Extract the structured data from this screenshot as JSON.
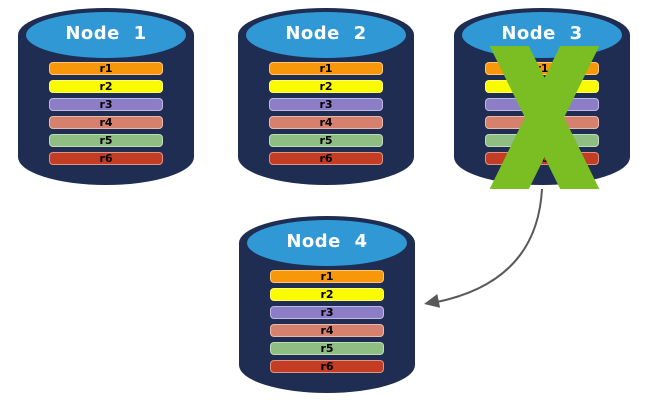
{
  "diagram": {
    "description": "Four database nodes each holding replicas r1-r6; Node 3 is crossed out and an arrow points to Node 4",
    "colors": {
      "cylinder_body": "#1F2D53",
      "cylinder_top": "#3098D4",
      "title_text": "#FFFFFF",
      "replica_text": "#000000",
      "failure_x": "#7ABE23",
      "arrow": "#595959",
      "background": "#FFFFFF"
    },
    "nodes": [
      {
        "title": "Node 1",
        "status": "active"
      },
      {
        "title": "Node 2",
        "status": "active"
      },
      {
        "title": "Node 3",
        "status": "failed"
      },
      {
        "title": "Node 4",
        "status": "active"
      }
    ],
    "replicas": [
      {
        "label": "r1",
        "color": "#F79709"
      },
      {
        "label": "r2",
        "color": "#FBFB00"
      },
      {
        "label": "r3",
        "color": "#8C7EC6"
      },
      {
        "label": "r4",
        "color": "#D6806E"
      },
      {
        "label": "r5",
        "color": "#8FBE82"
      },
      {
        "label": "r6",
        "color": "#C23D23"
      }
    ],
    "arrow": {
      "from": "Node 3",
      "to": "Node 4"
    }
  }
}
